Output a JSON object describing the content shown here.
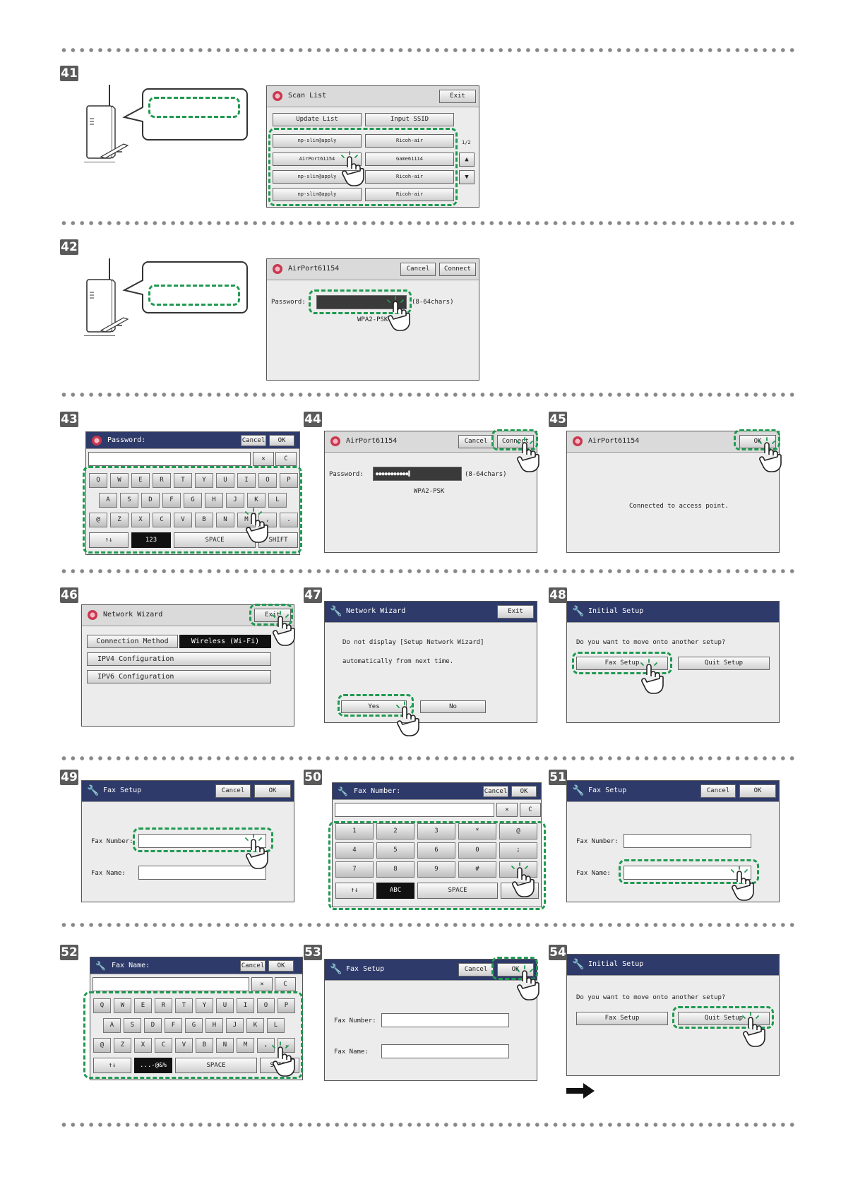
{
  "steps": [
    "41",
    "42",
    "43",
    "44",
    "45",
    "46",
    "47",
    "48",
    "49",
    "50",
    "51",
    "52",
    "53",
    "54"
  ],
  "icons": {
    "router": "wifi-router-icon",
    "callout": "speech-bubble-icon",
    "tap": "tap-hand-icon",
    "globe": "globe-icon",
    "wrench": "wrench-icon",
    "next": "next-arrow-icon"
  },
  "s41": {
    "title": "Scan List",
    "exit": "Exit",
    "update": "Update List",
    "input": "Input SSID",
    "page": "1/2",
    "left": [
      "np-slin@apply",
      "AirPort61154",
      "np-slin@apply",
      "np-slin@apply"
    ],
    "right": [
      "Ricoh-air",
      "Game61114",
      "Ricoh-air",
      "Ricoh-air"
    ]
  },
  "s42": {
    "title": "AirPort61154",
    "cancel": "Cancel",
    "connect": "Connect",
    "password_label": "Password:",
    "chars": "(8-64chars)",
    "security": "WPA2-PSK"
  },
  "s43": {
    "title": "Password:",
    "cancel": "Cancel",
    "ok": "OK",
    "clear": "C",
    "row1": [
      "Q",
      "W",
      "E",
      "R",
      "T",
      "Y",
      "U",
      "I",
      "O",
      "P"
    ],
    "row2": [
      "A",
      "S",
      "D",
      "F",
      "G",
      "H",
      "J",
      "K",
      "L"
    ],
    "row3": [
      "@",
      "Z",
      "X",
      "C",
      "V",
      "B",
      "N",
      "M",
      ",",
      "."
    ],
    "arrows": "↑↓",
    "num": "123",
    "space": "SPACE",
    "shift": "SHIFT"
  },
  "s44": {
    "title": "AirPort61154",
    "cancel": "Cancel",
    "connect": "Connect",
    "password_label": "Password:",
    "password_value": "●●●●●●●●●●●▌",
    "chars": "(8-64chars)",
    "security": "WPA2-PSK"
  },
  "s45": {
    "title": "AirPort61154",
    "ok": "OK",
    "message": "Connected to access point."
  },
  "s46": {
    "title": "Network Wizard",
    "exit": "Exit",
    "method_label": "Connection Method",
    "method_value": "Wireless (Wi-Fi)",
    "ipv4": "IPV4 Configuration",
    "ipv6": "IPV6 Configuration"
  },
  "s47": {
    "title": "Network Wizard",
    "exit": "Exit",
    "line1": "Do not display [Setup Network Wizard]",
    "line2": "automatically from next time.",
    "yes": "Yes",
    "no": "No"
  },
  "s48": {
    "title": "Initial Setup",
    "question": "Do you want to move onto another setup?",
    "fax": "Fax Setup",
    "quit": "Quit Setup"
  },
  "s49": {
    "title": "Fax Setup",
    "cancel": "Cancel",
    "ok": "OK",
    "number": "Fax Number:",
    "name": "Fax Name:"
  },
  "s50": {
    "title": "Fax Number:",
    "cancel": "Cancel",
    "ok": "OK",
    "clear": "C",
    "rows": [
      [
        "1",
        "2",
        "3",
        "*",
        "@"
      ],
      [
        "4",
        "5",
        "6",
        "0",
        ";"
      ],
      [
        "7",
        "8",
        "9",
        "#",
        ""
      ]
    ],
    "arrows": "↑↓",
    "abc": "ABC",
    "space": "SPACE"
  },
  "s51": {
    "title": "Fax Setup",
    "cancel": "Cancel",
    "ok": "OK",
    "number": "Fax Number:",
    "name": "Fax Name:"
  },
  "s52": {
    "title": "Fax Name:",
    "cancel": "Cancel",
    "ok": "OK",
    "clear": "C",
    "row1": [
      "Q",
      "W",
      "E",
      "R",
      "T",
      "Y",
      "U",
      "I",
      "O",
      "P"
    ],
    "row2": [
      "A",
      "S",
      "D",
      "F",
      "G",
      "H",
      "J",
      "K",
      "L"
    ],
    "row3": [
      "@",
      "Z",
      "X",
      "C",
      "V",
      "B",
      "N",
      "M",
      ",",
      "."
    ],
    "arrows": "↑↓",
    "sym": "...-@&%",
    "space": "SPACE",
    "shift": "SHIFT"
  },
  "s53": {
    "title": "Fax Setup",
    "cancel": "Cancel",
    "ok": "OK",
    "number": "Fax Number:",
    "name": "Fax Name:"
  },
  "s54": {
    "title": "Initial Setup",
    "question": "Do you want to move onto another setup?",
    "fax": "Fax Setup",
    "quit": "Quit Setup"
  }
}
